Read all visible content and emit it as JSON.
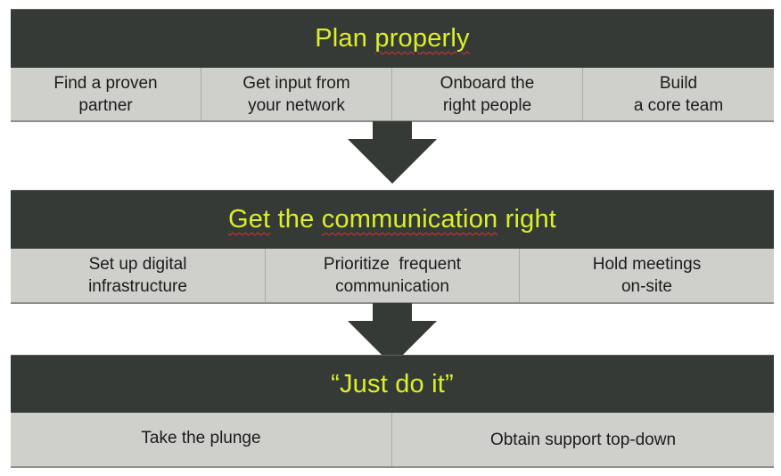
{
  "colors": {
    "header_bg": "#363a37",
    "header_text": "#dbf028",
    "cell_bg": "#cfcfcb",
    "cell_text": "#1b1b1b",
    "arrow": "#363a37",
    "spellcheck_underline": "#d33"
  },
  "stages": [
    {
      "title_plain": "Plan ",
      "title_underlined": "properly",
      "steps": [
        "Find a proven\npartner",
        "Get input from\nyour network",
        "Onboard the\nright people",
        "Build\na core team"
      ]
    },
    {
      "title_underlined_1": "Get",
      "title_mid_1": " the ",
      "title_underlined_2": "communication",
      "title_mid_2": " right",
      "steps": [
        "Set up digital\ninfrastructure",
        "Prioritize  frequent\ncommunication",
        "Hold meetings\non-site"
      ]
    },
    {
      "title": "“Just do it”",
      "steps": [
        "Take the plunge",
        "Obtain support top-down"
      ]
    }
  ],
  "icons": [
    "arrow-down-icon",
    "arrow-down-icon"
  ]
}
